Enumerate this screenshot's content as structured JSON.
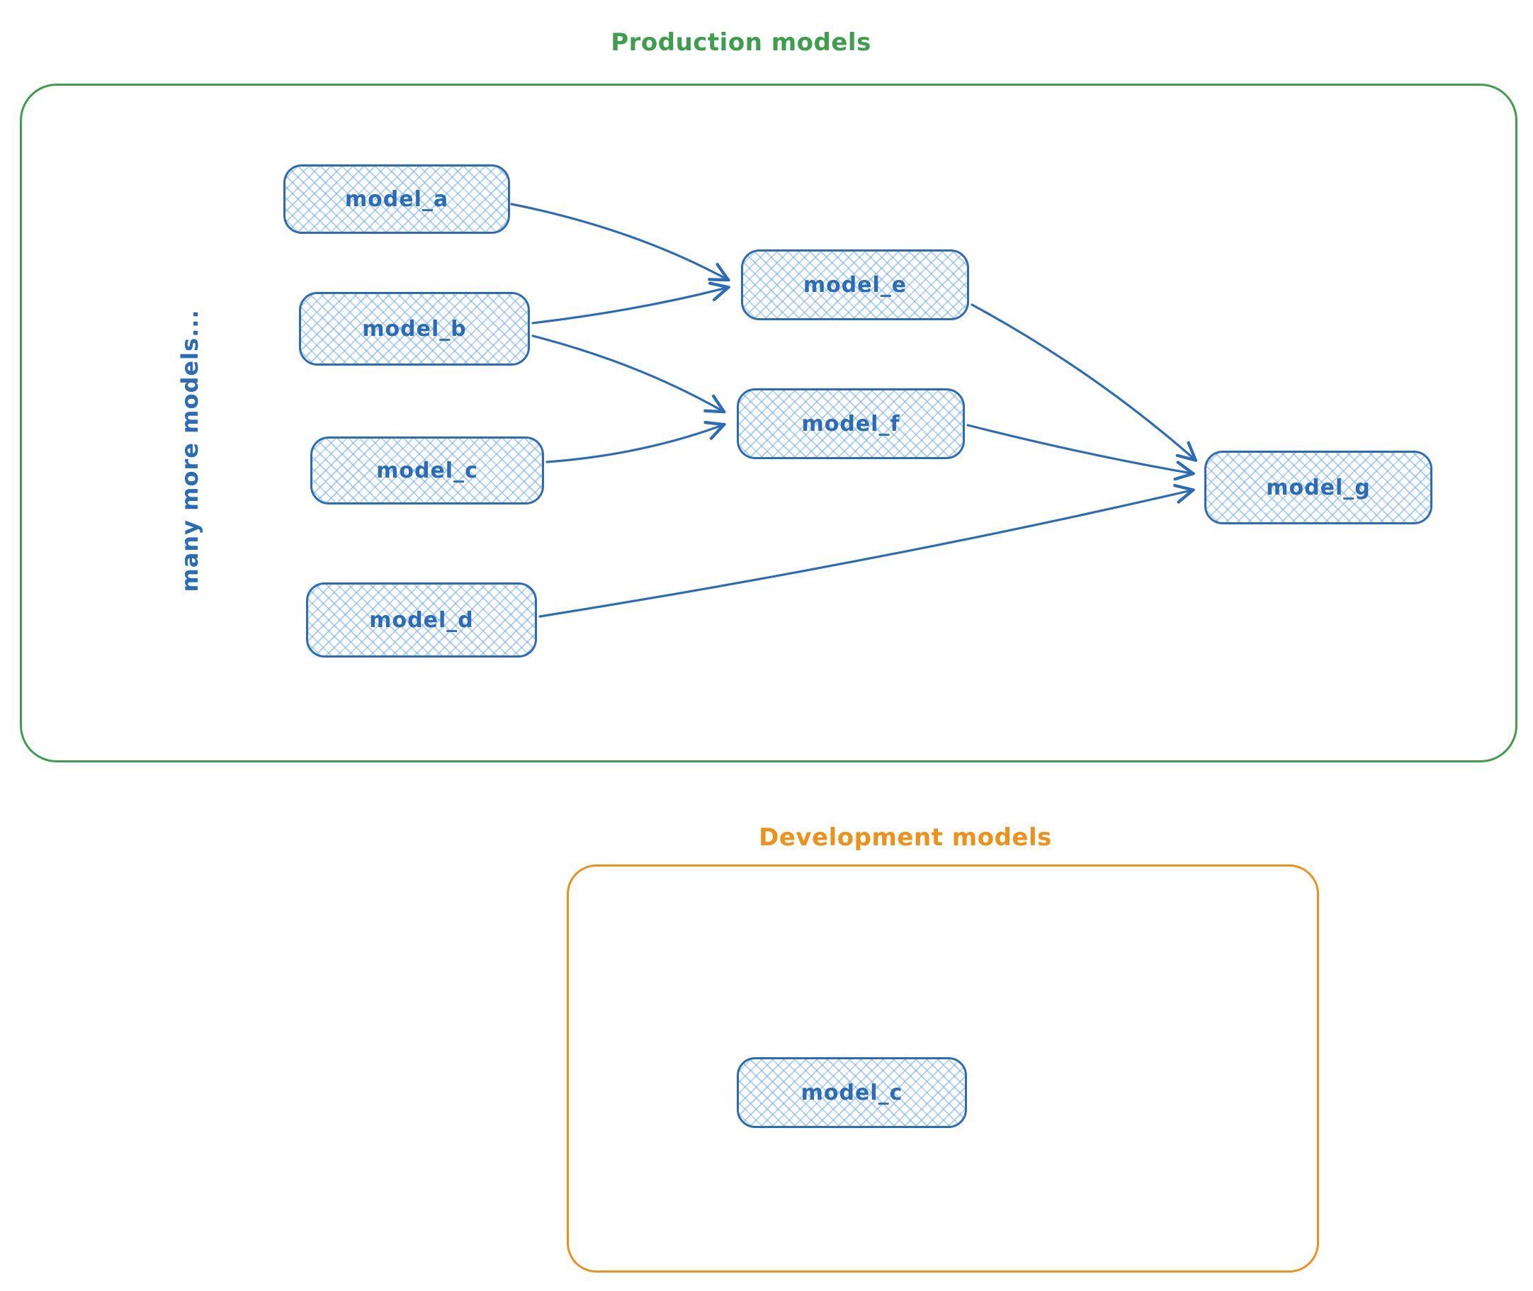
{
  "production": {
    "title": "Production models",
    "side_label": "many more models...",
    "nodes": [
      {
        "id": "model_a",
        "label": "model_a"
      },
      {
        "id": "model_b",
        "label": "model_b"
      },
      {
        "id": "model_c",
        "label": "model_c"
      },
      {
        "id": "model_d",
        "label": "model_d"
      },
      {
        "id": "model_e",
        "label": "model_e"
      },
      {
        "id": "model_f",
        "label": "model_f"
      },
      {
        "id": "model_g",
        "label": "model_g"
      }
    ],
    "edges": [
      {
        "from": "model_a",
        "to": "model_e"
      },
      {
        "from": "model_b",
        "to": "model_e"
      },
      {
        "from": "model_b",
        "to": "model_f"
      },
      {
        "from": "model_c",
        "to": "model_f"
      },
      {
        "from": "model_e",
        "to": "model_g"
      },
      {
        "from": "model_f",
        "to": "model_g"
      },
      {
        "from": "model_d",
        "to": "model_g"
      }
    ]
  },
  "development": {
    "title": "Development models",
    "nodes": [
      {
        "id": "model_c_dev",
        "label": "model_c"
      }
    ]
  },
  "colors": {
    "production_outline": "#3f9e4d",
    "production_title": "#3f9e4d",
    "development_outline": "#ec9218",
    "development_title": "#ec9218",
    "node_outline": "#2b6cb8",
    "node_text": "#2b6cb8",
    "node_hatch_fill": "#aecdf0",
    "arrow": "#2b6cb8"
  }
}
